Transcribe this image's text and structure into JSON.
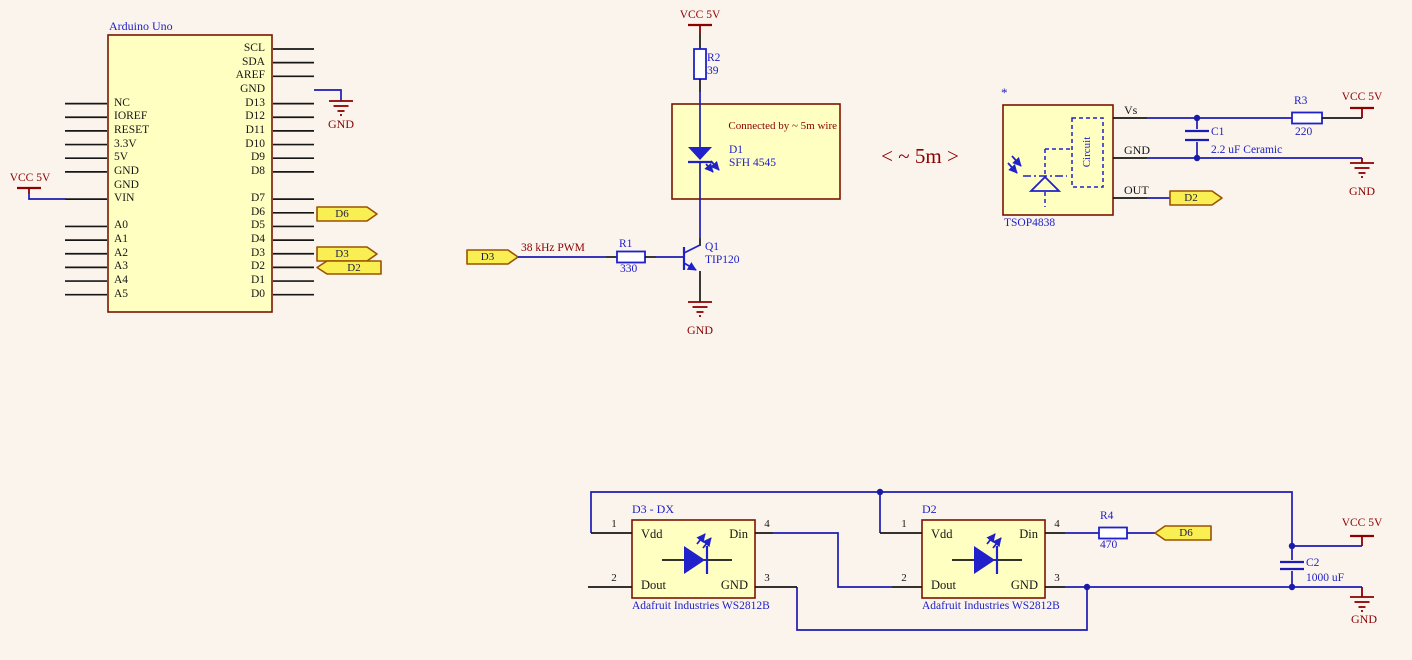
{
  "arduino": {
    "title": "Arduino Uno",
    "left_pins": [
      "NC",
      "IOREF",
      "RESET",
      "3.3V",
      "5V",
      "GND",
      "GND",
      "VIN",
      "",
      "A0",
      "A1",
      "A2",
      "A3",
      "A4",
      "A5"
    ],
    "right_pins": [
      "SCL",
      "SDA",
      "AREF",
      "GND",
      "D13",
      "D12",
      "D11",
      "D10",
      "D9",
      "D8",
      "",
      "D7",
      "D6",
      "D5",
      "D4",
      "D3",
      "D2",
      "D1",
      "D0"
    ],
    "vcc_label": "VCC 5V",
    "gnd_label": "GND",
    "net_d6": "D6",
    "net_d3": "D3",
    "net_d2": "D2"
  },
  "ir_tx": {
    "vcc": "VCC 5V",
    "r2_ref": "R2",
    "r2_val": "39",
    "box_note": "Connected by ~ 5m wire",
    "d1_ref": "D1",
    "d1_val": "SFH 4545",
    "q1_ref": "Q1",
    "q1_val": "TIP120",
    "r1_ref": "R1",
    "r1_val": "330",
    "pwm_note": "38 kHz PWM",
    "d3_label": "D3",
    "gnd": "GND"
  },
  "distance_note": "< ~ 5m >",
  "ir_rx": {
    "asterisk": "*",
    "circuit_label": "Circuit",
    "part": "TSOP4838",
    "pin_vs": "Vs",
    "pin_gnd": "GND",
    "pin_out": "OUT",
    "d2_label": "D2",
    "c1_ref": "C1",
    "c1_val": "2.2 uF Ceramic",
    "r3_ref": "R3",
    "r3_val": "220",
    "vcc": "VCC 5V",
    "gnd": "GND"
  },
  "led_strip": {
    "modules": [
      {
        "title": "D3 - DX",
        "caption": "Adafruit Industries WS2812B",
        "pin_vdd": "Vdd",
        "pin_din": "Din",
        "pin_dout": "Dout",
        "pin_gnd": "GND",
        "numbers": [
          "1",
          "4",
          "2",
          "3"
        ]
      },
      {
        "title": "D2",
        "caption": "Adafruit Industries WS2812B",
        "pin_vdd": "Vdd",
        "pin_din": "Din",
        "pin_dout": "Dout",
        "pin_gnd": "GND",
        "numbers": [
          "1",
          "4",
          "2",
          "3"
        ]
      }
    ],
    "r4_ref": "R4",
    "r4_val": "470",
    "d6_label": "D6",
    "c2_ref": "C2",
    "c2_val": "1000 uF",
    "vcc": "VCC 5V",
    "gnd": "GND"
  },
  "colors": {
    "background": "#faf4ec",
    "wire_blue": "#1c1cb4",
    "component_blue": "#2121cc",
    "dark_red": "#8b0000",
    "box_fill": "#ffffc2",
    "box_border": "#7a1500",
    "net_label_fill": "#f9ef53",
    "net_label_border": "#9a5200"
  }
}
